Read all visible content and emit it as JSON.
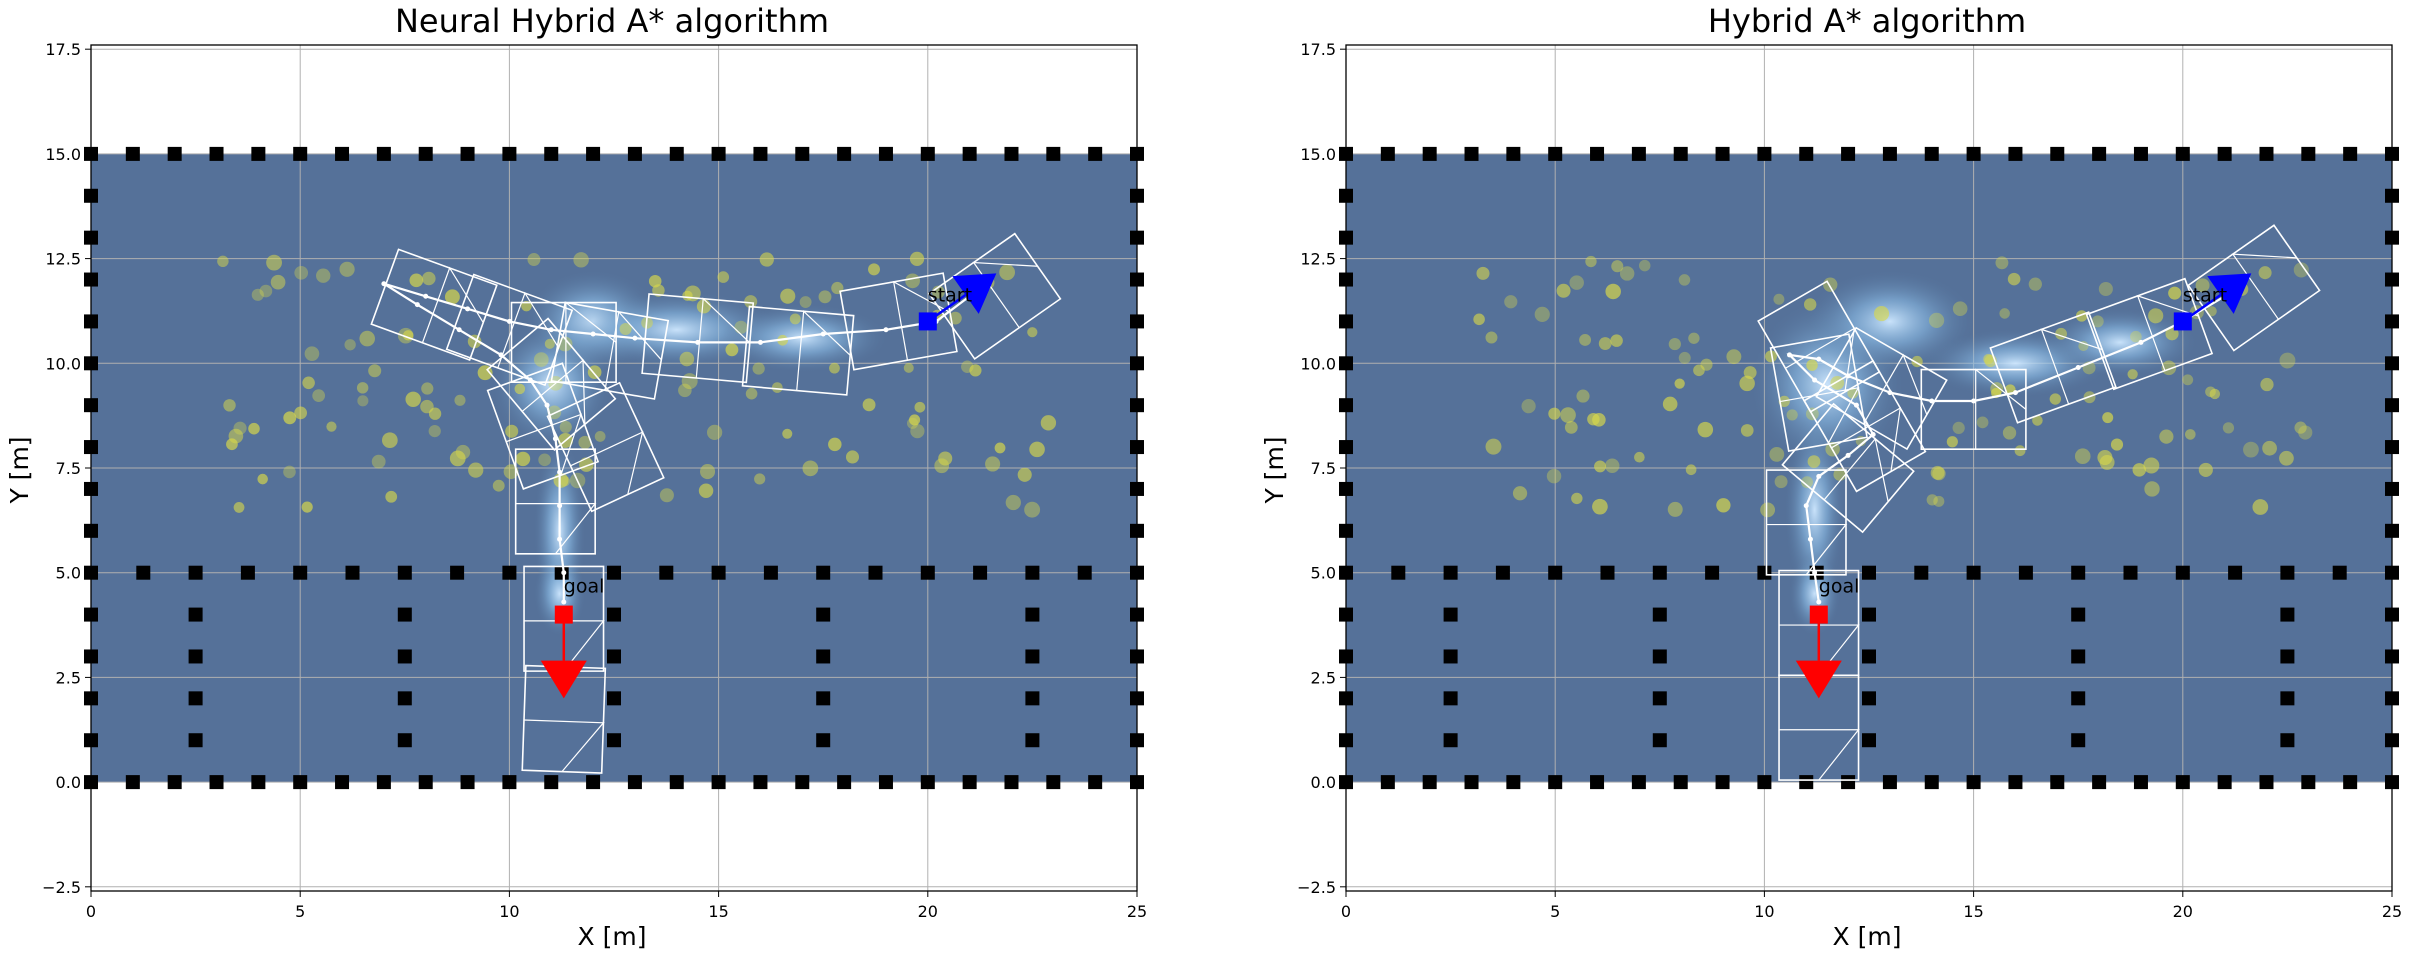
{
  "chart_data": [
    {
      "type": "scatter",
      "title": "Neural Hybrid A* algorithm",
      "xlabel": "X [m]",
      "ylabel": "Y [m]",
      "xlim": [
        0,
        25
      ],
      "ylim": [
        -2.6,
        17.6
      ],
      "xticks": [
        "0",
        "5",
        "10",
        "15",
        "20",
        "25"
      ],
      "yticks": [
        "−2.5",
        "0.0",
        "2.5",
        "5.0",
        "7.5",
        "10.0",
        "12.5",
        "15.0",
        "17.5"
      ],
      "grid": true,
      "start": {
        "label": "start",
        "x": 20,
        "y": 11,
        "heading_deg": 35,
        "color": "#0000ff"
      },
      "goal": {
        "label": "goal",
        "x": 11.3,
        "y": 4.0,
        "heading_deg": -90,
        "color": "#ff0000"
      },
      "path": [
        [
          21.0,
          11.6
        ],
        [
          20.2,
          11.0
        ],
        [
          19.0,
          10.8
        ],
        [
          17.5,
          10.7
        ],
        [
          16.0,
          10.5
        ],
        [
          14.5,
          10.5
        ],
        [
          13.0,
          10.6
        ],
        [
          12.0,
          10.7
        ],
        [
          11.0,
          10.8
        ],
        [
          10.0,
          11.0
        ],
        [
          9.0,
          11.3
        ],
        [
          8.0,
          11.6
        ],
        [
          7.0,
          11.9
        ],
        [
          7.8,
          11.4
        ],
        [
          8.8,
          10.8
        ],
        [
          9.8,
          10.2
        ],
        [
          10.5,
          9.6
        ],
        [
          10.9,
          9.0
        ],
        [
          11.1,
          8.2
        ],
        [
          11.2,
          7.4
        ],
        [
          11.2,
          6.6
        ],
        [
          11.2,
          5.8
        ],
        [
          11.3,
          5.0
        ],
        [
          11.3,
          4.3
        ]
      ],
      "footprints": [
        [
          21.6,
          11.6,
          35
        ],
        [
          19.3,
          11.0,
          10
        ],
        [
          16.9,
          10.3,
          -5
        ],
        [
          14.5,
          10.6,
          -5
        ],
        [
          12.4,
          10.3,
          -10
        ],
        [
          11.3,
          10.5,
          0
        ],
        [
          10.0,
          10.8,
          -20
        ],
        [
          8.2,
          11.4,
          -20
        ],
        [
          11.0,
          9.5,
          -50
        ],
        [
          12.3,
          8.0,
          -65
        ],
        [
          10.8,
          8.5,
          -70
        ],
        [
          11.1,
          6.7,
          -90
        ],
        [
          11.3,
          3.9,
          -90
        ],
        [
          11.3,
          1.5,
          -92
        ]
      ]
    },
    {
      "type": "scatter",
      "title": "Hybrid A* algorithm",
      "xlabel": "X [m]",
      "ylabel": "Y [m]",
      "xlim": [
        0,
        25
      ],
      "ylim": [
        -2.6,
        17.6
      ],
      "xticks": [
        "0",
        "5",
        "10",
        "15",
        "20",
        "25"
      ],
      "yticks": [
        "−2.5",
        "0.0",
        "2.5",
        "5.0",
        "7.5",
        "10.0",
        "12.5",
        "15.0",
        "17.5"
      ],
      "grid": true,
      "start": {
        "label": "start",
        "x": 20,
        "y": 11,
        "heading_deg": 35,
        "color": "#0000ff"
      },
      "goal": {
        "label": "goal",
        "x": 11.3,
        "y": 4.0,
        "heading_deg": -90,
        "color": "#ff0000"
      },
      "path": [
        [
          21.0,
          11.6
        ],
        [
          20.0,
          11.0
        ],
        [
          19.0,
          10.5
        ],
        [
          17.5,
          9.9
        ],
        [
          16.0,
          9.3
        ],
        [
          15.0,
          9.1
        ],
        [
          14.0,
          9.1
        ],
        [
          13.0,
          9.3
        ],
        [
          12.0,
          9.7
        ],
        [
          11.3,
          10.1
        ],
        [
          10.6,
          10.2
        ],
        [
          11.2,
          9.6
        ],
        [
          12.2,
          9.0
        ],
        [
          12.6,
          8.3
        ],
        [
          12.0,
          7.8
        ],
        [
          11.3,
          7.3
        ],
        [
          11.0,
          6.6
        ],
        [
          11.1,
          5.8
        ],
        [
          11.2,
          5.0
        ],
        [
          11.3,
          4.3
        ]
      ],
      "footprints": [
        [
          21.7,
          11.8,
          35
        ],
        [
          19.2,
          10.7,
          20
        ],
        [
          16.9,
          9.9,
          20
        ],
        [
          15.0,
          8.9,
          0
        ],
        [
          12.8,
          9.4,
          -30
        ],
        [
          11.3,
          10.4,
          -60
        ],
        [
          11.3,
          9.3,
          -80
        ],
        [
          12.4,
          8.5,
          -60
        ],
        [
          12.0,
          7.5,
          -40
        ],
        [
          11.0,
          6.2,
          -90
        ],
        [
          11.3,
          3.8,
          -90
        ],
        [
          11.3,
          1.3,
          -90
        ]
      ]
    }
  ]
}
